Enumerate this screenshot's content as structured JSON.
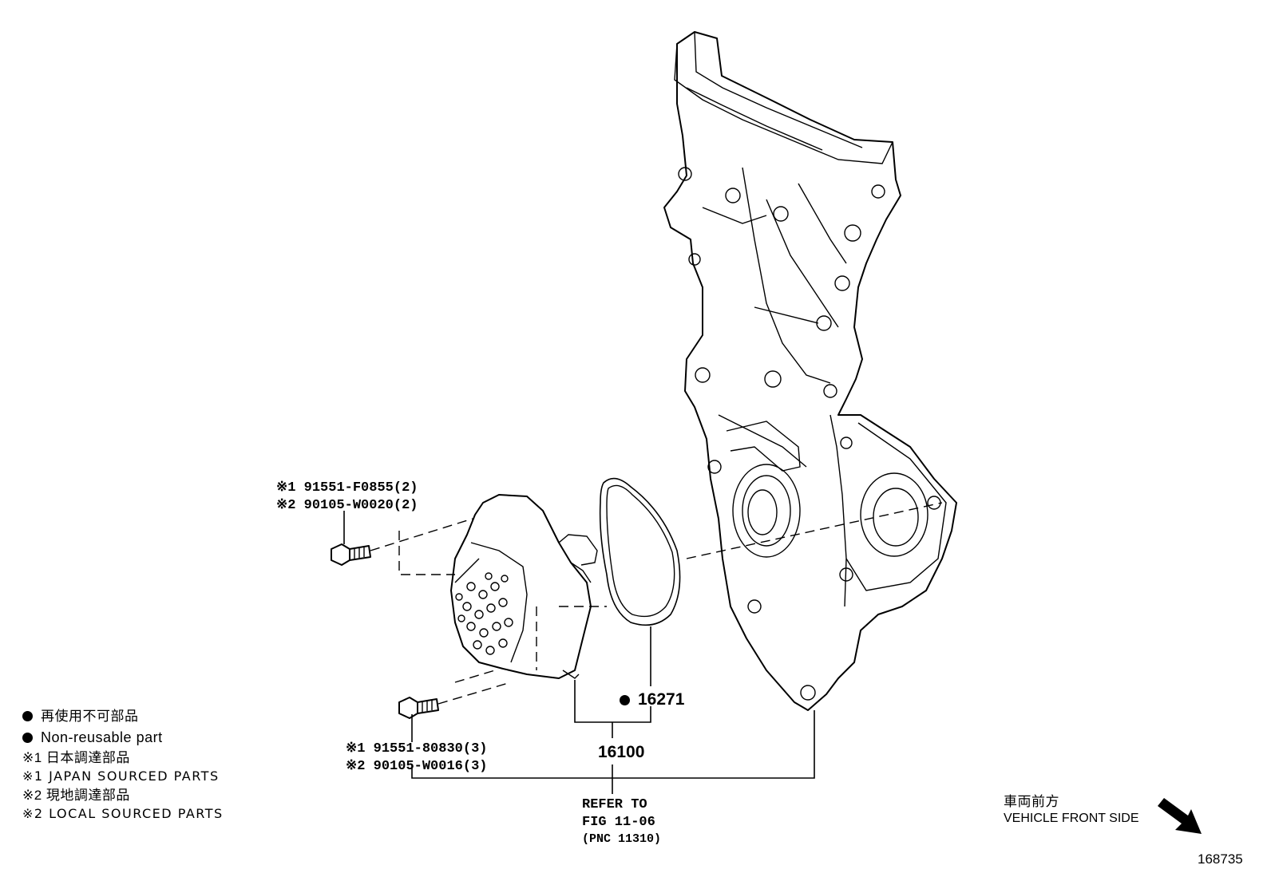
{
  "diagram_id": "168735",
  "callouts": {
    "upper_bolt_line1": "※1 91551-F0855(2)",
    "upper_bolt_line2": "※2 90105-W0020(2)",
    "lower_bolt_line1": "※1 91551-80830(3)",
    "lower_bolt_line2": "※2 90105-W0016(3)",
    "gasket": "16271",
    "pump_assembly": "16100",
    "refer_line1": "REFER TO",
    "refer_line2": "FIG 11-06",
    "refer_line3": "(PNC 11310)"
  },
  "legend": {
    "non_reusable_jp": "再使用不可部品",
    "non_reusable_en": "Non-reusable part",
    "japan_sourced_jp": "※1 日本調達部品",
    "japan_sourced_en": "※1 JAPAN SOURCED PARTS",
    "local_sourced_jp": "※2 現地調達部品",
    "local_sourced_en": "※2 LOCAL SOURCED PARTS"
  },
  "orientation": {
    "label_jp": "車両前方",
    "label_en": "VEHICLE FRONT SIDE"
  }
}
